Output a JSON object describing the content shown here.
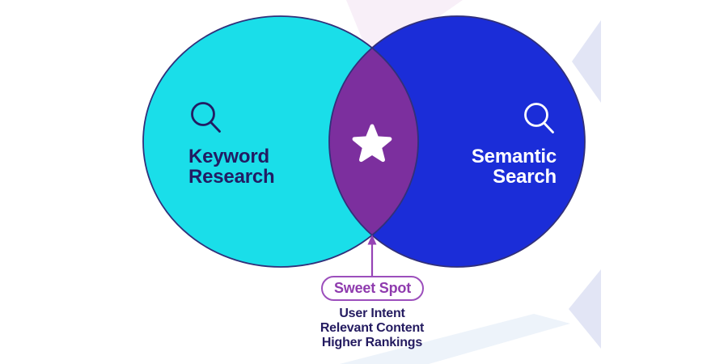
{
  "venn": {
    "left_circle": {
      "label": "Keyword\nResearch",
      "color": "#1ADEE9",
      "text_color": "#221C63",
      "icon": "magnifier"
    },
    "right_circle": {
      "label": "Semantic\nSearch",
      "color": "#1B2DD8",
      "text_color": "#FFFFFF",
      "icon": "magnifier"
    },
    "overlap": {
      "color": "#7C2F9E",
      "icon": "star"
    }
  },
  "callout": {
    "label": "Sweet Spot",
    "accent_color": "#9643B5"
  },
  "benefits": {
    "text": "User Intent\nRelevant Content\nHigher Rankings"
  },
  "colors": {
    "outline_navy": "#31307A",
    "navy_text": "#221C63",
    "lavender_accent": "#E2E5F5",
    "pink_accent": "#F8EFF8",
    "band_blue": "#DCE8F5",
    "star_white": "#FFFFFF"
  }
}
